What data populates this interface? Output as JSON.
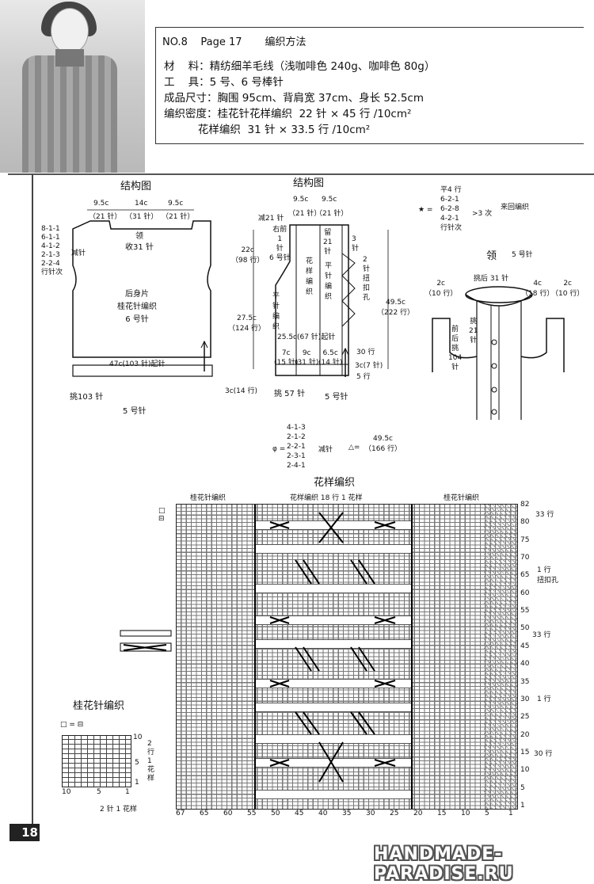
{
  "header": {
    "no": "NO.8",
    "page": "Page 17",
    "method": "编织方法"
  },
  "materials": {
    "l1": "材    料：精纺细羊毛线（浅咖啡色 240g、咖啡色 80g）",
    "l2": "工    具：5 号、6 号棒针",
    "l3": "成品尺寸：胸围 95cm、背肩宽 37cm、身长 52.5cm",
    "l4": "编织密度：桂花针花样编织  22 针 × 45 行 /10cm²",
    "l5": "          花样编织  31 针 × 33.5 行 /10cm²"
  },
  "back": {
    "title": "结构图",
    "w1": "9.5c",
    "w1s": "（21 针）",
    "w2": "14c",
    "w2s": "（31 针）",
    "w3": "9.5c",
    "w3s": "（21 针）",
    "dec": "8-1-1\n6-1-1\n4-1-2\n2-1-3\n2-2-4\n行针次",
    "dec_lbl": "减针",
    "neck": "领\n收31 针",
    "name": "后身片\n桂花针编织\n6 号针",
    "cast": "47c(103 针)起针",
    "pick": "挑103 针",
    "needle": "5 号针"
  },
  "front": {
    "title": "结构图",
    "w1": "9.5c",
    "w1s": "（21 针）",
    "w2": "9.5c",
    "w2s": "（21 针）",
    "dec21": "减21 针",
    "h1": "22c\n（98 行）",
    "h2": "27.5c\n（124 行）",
    "h3": "3c(14 行)",
    "total": "49.5c\n（222 行）",
    "right": "右前\n1\n针\n6 号针",
    "pat": "花\n样\n编\n织",
    "flat": "平\n针\n编\n织",
    "flat2": "平\n针\n编\n织",
    "leave": "留\n21\n针",
    "three": "3\n针",
    "btn": "2\n针\n扭\n扣\n孔",
    "w25": "25.5c(67 针)起针",
    "w7": "7c\n(15 针)",
    "w9": "9c\n(31 针)",
    "w65": "6.5c\n(14 针)",
    "r30": "30 行",
    "r3c": "3c(7 针)",
    "r5": "5 行",
    "pick57": "挑 57 针",
    "n5": "5 号针",
    "one": "1"
  },
  "collar": {
    "flat": "平4 行\n6-2-1\n6-2-8\n4-2-1\n行针次",
    "x3": ">3 次",
    "back_forth": "来回编织",
    "title": "领",
    "needle": "5 号针",
    "w2a": "2c\n（10 行）",
    "pick31": "挑后 31 针",
    "w4": "4c\n（18 行）",
    "w2b": "2c\n（10 行）",
    "front": "前\n后\n挑\n104\n针",
    "pick21": "挑\n21\n针",
    "star": "★ ="
  },
  "legend2": {
    "dec": "4-1-3\n2-1-2\n2-2-1\n2-3-1\n2-4-1",
    "dec_lbl": "减针",
    "tri": "△=",
    "tri_val": "49.5c\n（166 行）",
    "phi": "φ ="
  },
  "pattern": {
    "title": "花样编织",
    "s1": "桂花针编织",
    "s2": "花样编织 18 行 1 花样",
    "s3": "桂花针编织",
    "r33a": "33 行",
    "r1": "1 行\n扭扣孔",
    "r33b": "33 行",
    "r1b": "1 行",
    "r30": "30 行",
    "yticks": [
      "82",
      "80",
      "75",
      "70",
      "65",
      "60",
      "55",
      "50",
      "45",
      "40",
      "35",
      "30",
      "25",
      "20",
      "15",
      "10",
      "5",
      "1"
    ],
    "xticks": [
      "67",
      "65",
      "60",
      "55",
      "50",
      "45",
      "40",
      "35",
      "30",
      "25",
      "20",
      "15",
      "10",
      "5",
      "1"
    ]
  },
  "seed": {
    "title": "桂花针编织",
    "legend": "□ = ⊟",
    "r2": "2\n行\n1\n花\n样",
    "xlab": "2 针 1 花样",
    "x10": "10",
    "x5": "5",
    "x1": "1",
    "y10": "10",
    "y5": "5",
    "y1": "1"
  },
  "page_number": "18",
  "watermark": "HANDMADE-PARADISE.RU"
}
